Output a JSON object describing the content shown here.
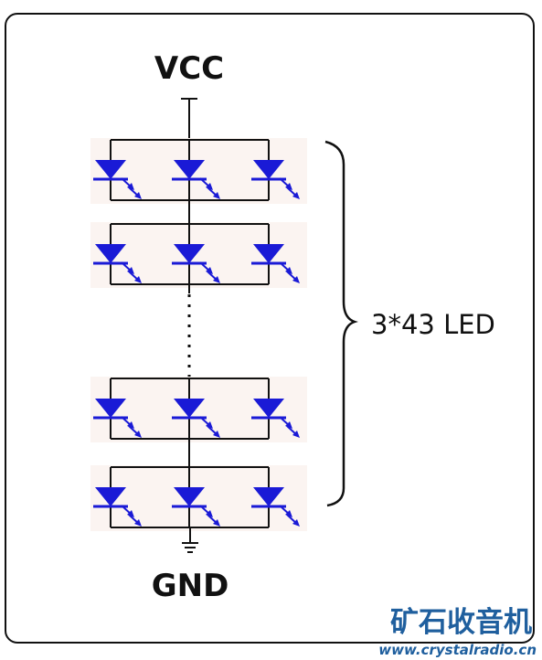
{
  "diagram": {
    "top_label": "VCC",
    "bottom_label": "GND",
    "group_label": "3*43 LED",
    "led_color": "#1a1ad6",
    "wire_color": "#111111",
    "leds_per_row": 3,
    "visible_rows": 4
  },
  "watermark": {
    "text_cn": "矿石收音机",
    "url": "www.crystalradio.cn",
    "color": "#1f5f9e"
  }
}
